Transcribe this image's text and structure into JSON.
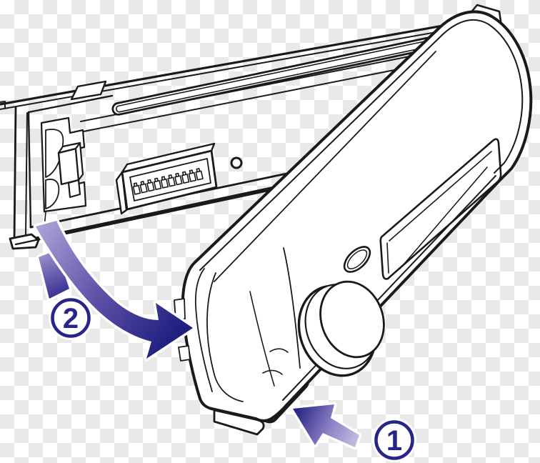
{
  "diagram": {
    "kind": "instruction-line-drawing",
    "subject": "car-stereo faceplate attachment to head unit",
    "steps": [
      {
        "label": "1"
      },
      {
        "label": "2"
      }
    ],
    "parts": [
      "mounting-sleeve",
      "disc-slot",
      "release-latch",
      "wiring-connector",
      "connector-pins",
      "screw-hole",
      "faceplate",
      "volume-knob",
      "display-window",
      "oval-button",
      "attachment-tab",
      "step-1-arrow",
      "step-2-arrow"
    ],
    "colors": {
      "line": "#1a1a1a",
      "accent_navy": "#26268a",
      "arrow_gradient_light": "#c4c2e2",
      "arrow_gradient_mid": "#8d82c6",
      "arrow_gradient_dark": "#22217f",
      "tab_gray": "#b3b3b3",
      "checker_white": "#ffffff",
      "checker_gray": "#e9e9e9"
    }
  }
}
